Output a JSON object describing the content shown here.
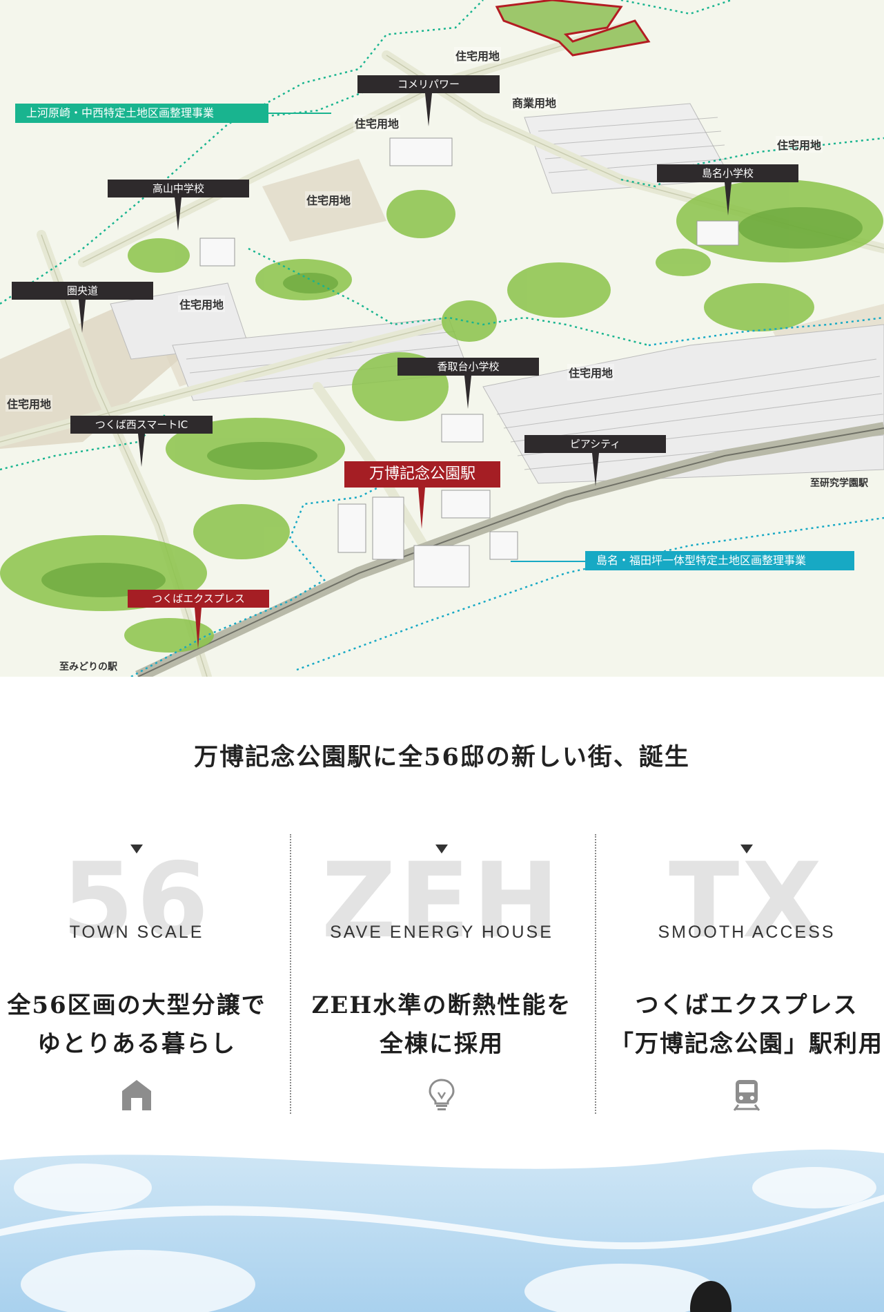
{
  "map": {
    "project_labels": {
      "kamigawara": "上河原崎・中西特定土地区画整理事業",
      "shimana": "島名・福田坪一体型特定土地区画整理事業"
    },
    "facilities": {
      "komeri": "コメリパワー",
      "takayama": "高山中学校",
      "kenodo": "圏央道",
      "katoridai": "香取台小学校",
      "smart_ic": "つくば西スマートIC",
      "shimana_school": "島名小学校",
      "piacity": "ピアシティ",
      "station": "万博記念公園駅",
      "tsukuba_express": "つくばエクスプレス"
    },
    "zones": {
      "z1": "住宅用地",
      "z2": "住宅用地",
      "z3": "商業用地",
      "z4": "住宅用地",
      "z5": "住宅用地",
      "z6": "住宅用地",
      "z7": "住宅用地",
      "z8": "住宅用地"
    },
    "destinations": {
      "research": "至研究学園駅",
      "midori": "至みどりの駅"
    }
  },
  "headline": "万博記念公園駅に全56邸の新しい街、誕生",
  "features": [
    {
      "big": "56",
      "eng": "TOWN SCALE",
      "line1": "全56区画の大型分譲で",
      "line2": "ゆとりある暮らし",
      "icon": "house-icon"
    },
    {
      "big": "ZEH",
      "eng": "SAVE ENERGY HOUSE",
      "line1": "ZEH水準の断熱性能を",
      "line2": "全棟に採用",
      "icon": "light-bulb-icon"
    },
    {
      "big": "TX",
      "eng": "SMOOTH ACCESS",
      "line1": "つくばエクスプレス",
      "line2": "「万博記念公園」駅利用",
      "icon": "train-icon"
    }
  ],
  "colors": {
    "dark_label": "#2e2a2c",
    "red_label": "#a51e24",
    "teal": "#19b48f",
    "cyan": "#17a9c4",
    "icon_gray": "#8d8d8d"
  }
}
